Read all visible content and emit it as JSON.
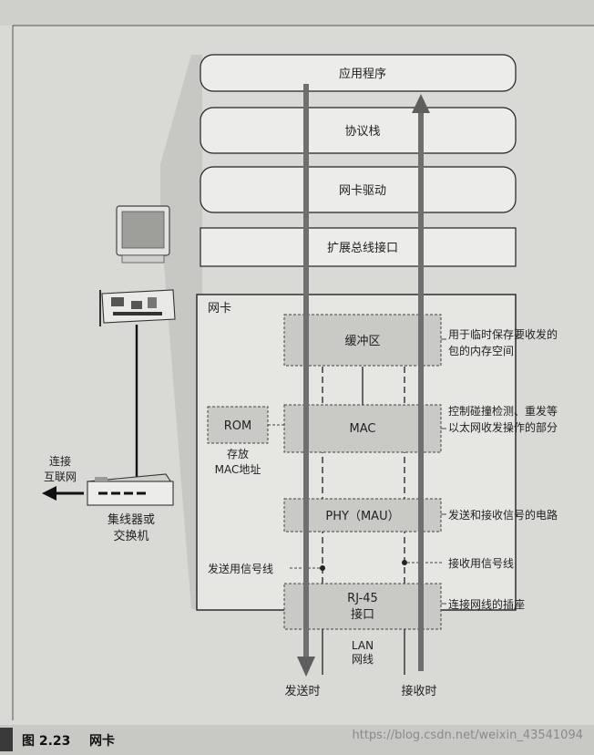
{
  "layers": {
    "application": "应用程序",
    "protocol_stack": "协议栈",
    "nic_driver": "网卡驱动",
    "expansion_bus": "扩展总线接口"
  },
  "nic": {
    "title": "网卡",
    "buffer": "缓冲区",
    "mac": "MAC",
    "rom": "ROM",
    "rom_note_line1": "存放",
    "rom_note_line2": "MAC地址",
    "phy": "PHY（MAU）",
    "rj45_line1": "RJ-45",
    "rj45_line2": "接口"
  },
  "annotations": {
    "buffer_line1": "用于临时保存要收发的",
    "buffer_line2": "包的内存空间",
    "mac_line1": "控制碰撞检测、重发等",
    "mac_line2": "以太网收发操作的部分",
    "phy": "发送和接收信号的电路",
    "send_signal_line": "发送用信号线",
    "receive_signal_line": "接收用信号线",
    "rj45": "连接网线的插座"
  },
  "left": {
    "internet_line1": "连接",
    "internet_line2": "互联网",
    "hub_line1": "集线器或",
    "hub_line2": "交换机"
  },
  "bottom": {
    "lan_line1": "LAN",
    "lan_line2": "网线",
    "send_label": "发送时",
    "receive_label": "接收时"
  },
  "caption": {
    "figure_number": "图 2.23",
    "figure_title": "网卡"
  },
  "watermark": "https://blog.csdn.net/weixin_43541094",
  "colors": {
    "page_bg": "#d9d9d6",
    "box_fill": "#ececea",
    "gray_box": "#c9c9c6",
    "arrow": "#6f6f6f",
    "stroke": "#222222",
    "caption_bar": "#bdbdba"
  }
}
